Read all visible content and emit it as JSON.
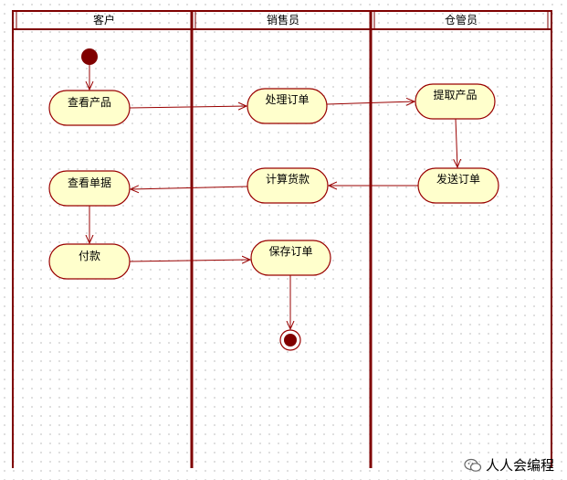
{
  "lanes": [
    "客户",
    "销售员",
    "仓管员"
  ],
  "nodes": {
    "view_product": "查看产品",
    "process_order": "处理订单",
    "pick_product": "提取产品",
    "send_order": "发送订单",
    "calc_payment": "计算货款",
    "view_invoice": "查看单据",
    "pay": "付款",
    "save_order": "保存订单"
  },
  "watermark": "人人会编程",
  "colors": {
    "border": "#7f0000",
    "node_fill": "#ffffcc",
    "node_stroke": "#990000",
    "start_fill": "#800000"
  }
}
